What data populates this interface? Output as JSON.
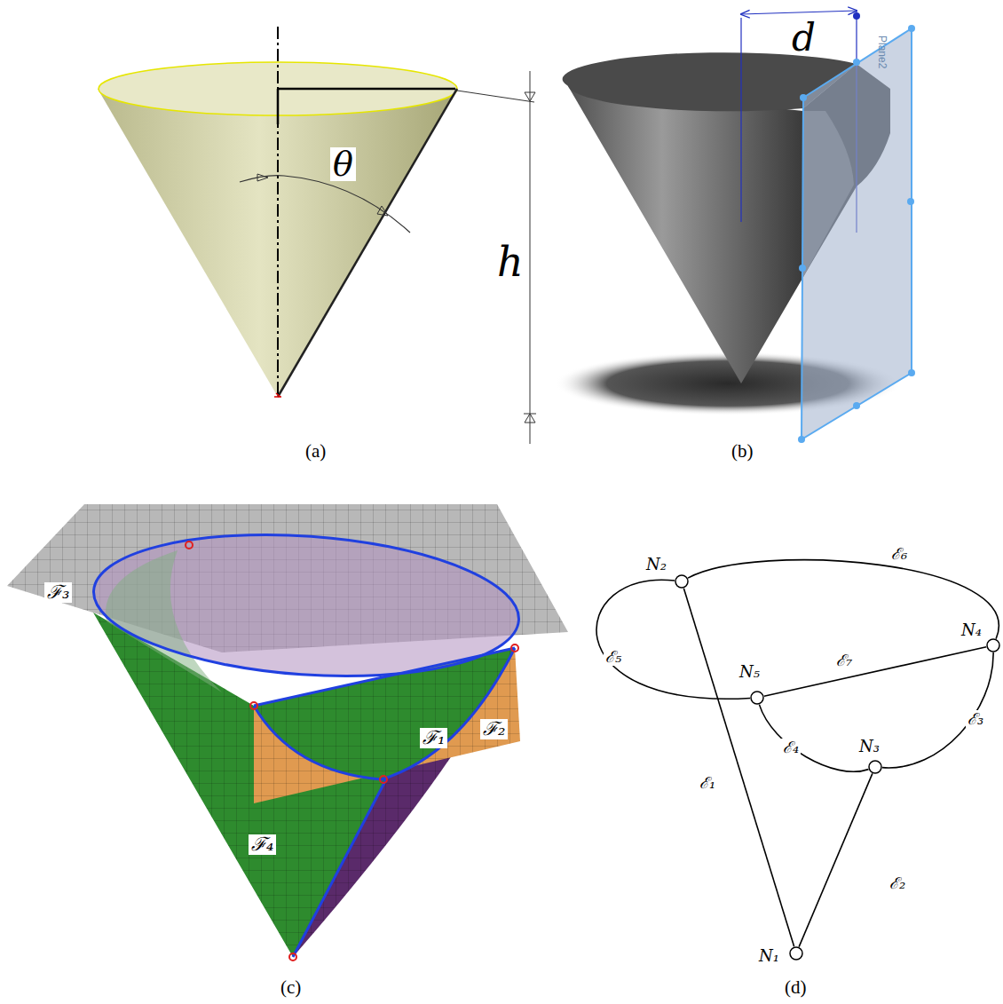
{
  "diagram": {
    "nodes": [
      {
        "text": [
          "N₁"
        ]
      },
      {
        "text": [
          "N₂"
        ]
      },
      {
        "text": [
          "N₃"
        ]
      },
      {
        "text": [
          "N₄"
        ]
      },
      {
        "text": [
          "N₅"
        ]
      }
    ],
    "edges": [
      {
        "from": 1,
        "to": 0,
        "arrow": "none",
        "label": "ℰ₁"
      },
      {
        "from": 0,
        "to": 2,
        "arrow": "none",
        "label": "ℰ₂"
      },
      {
        "from": 2,
        "to": 3,
        "arrow": "none",
        "label": "ℰ₃"
      },
      {
        "from": 4,
        "to": 2,
        "arrow": "none",
        "label": "ℰ₄"
      },
      {
        "from": 1,
        "to": 4,
        "arrow": "none",
        "label": "ℰ₅"
      },
      {
        "from": 1,
        "to": 3,
        "arrow": "none",
        "label": "ℰ₆"
      },
      {
        "from": 4,
        "to": 3,
        "arrow": "none",
        "label": "ℰ₇"
      }
    ],
    "labels": [
      "θ",
      "h",
      "(a)",
      "d",
      "Plane2",
      "(b)",
      "ℱ₃",
      "ℱ₁",
      "ℱ₂",
      "ℱ₄",
      "(c)",
      "(d)"
    ]
  }
}
